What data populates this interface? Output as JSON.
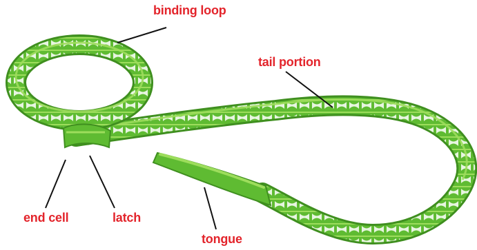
{
  "labels": {
    "binding_loop": "binding loop",
    "tail_portion": "tail portion",
    "end_cell": "end cell",
    "latch": "latch",
    "tongue": "tongue"
  },
  "colors": {
    "label": "#e3242b",
    "leader_line": "#111111",
    "band_dark": "#5fbb32",
    "band_light": "#9ddd5c",
    "band_shadow": "#3f8f1f",
    "background": "#ffffff"
  }
}
